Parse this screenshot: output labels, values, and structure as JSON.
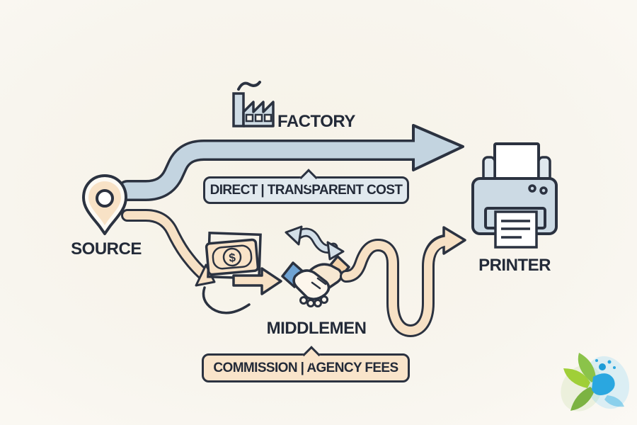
{
  "diagram": {
    "source_label": "SOURCE",
    "factory_label": "FACTORY",
    "printer_label": "PRINTER",
    "middlemen_label": "MIDDLEMEN",
    "direct_path_label": "DIRECT | TRANSPARENT COST",
    "indirect_path_label": "COMMISSION | AGENCY FEES",
    "money_symbol": "$"
  },
  "colors": {
    "background": "#f8f5ee",
    "outline": "#2b3240",
    "direct_route_fill": "#c3d4e0",
    "direct_label_bg": "#e1e9ee",
    "indirect_route_fill": "#f7e1c5",
    "indirect_label_bg": "#f9e4ca",
    "sleeve_blue": "#6fa3d3",
    "sleeve_peach": "#f4d3ab",
    "printer_body": "#ccdae4",
    "logo_green": "#8bc34a",
    "logo_blue": "#2aa7e0"
  },
  "icons": [
    "source-pin",
    "factory",
    "money-bill",
    "exchange-arrows",
    "handshake",
    "wavy-route",
    "printer",
    "eco-logo"
  ]
}
